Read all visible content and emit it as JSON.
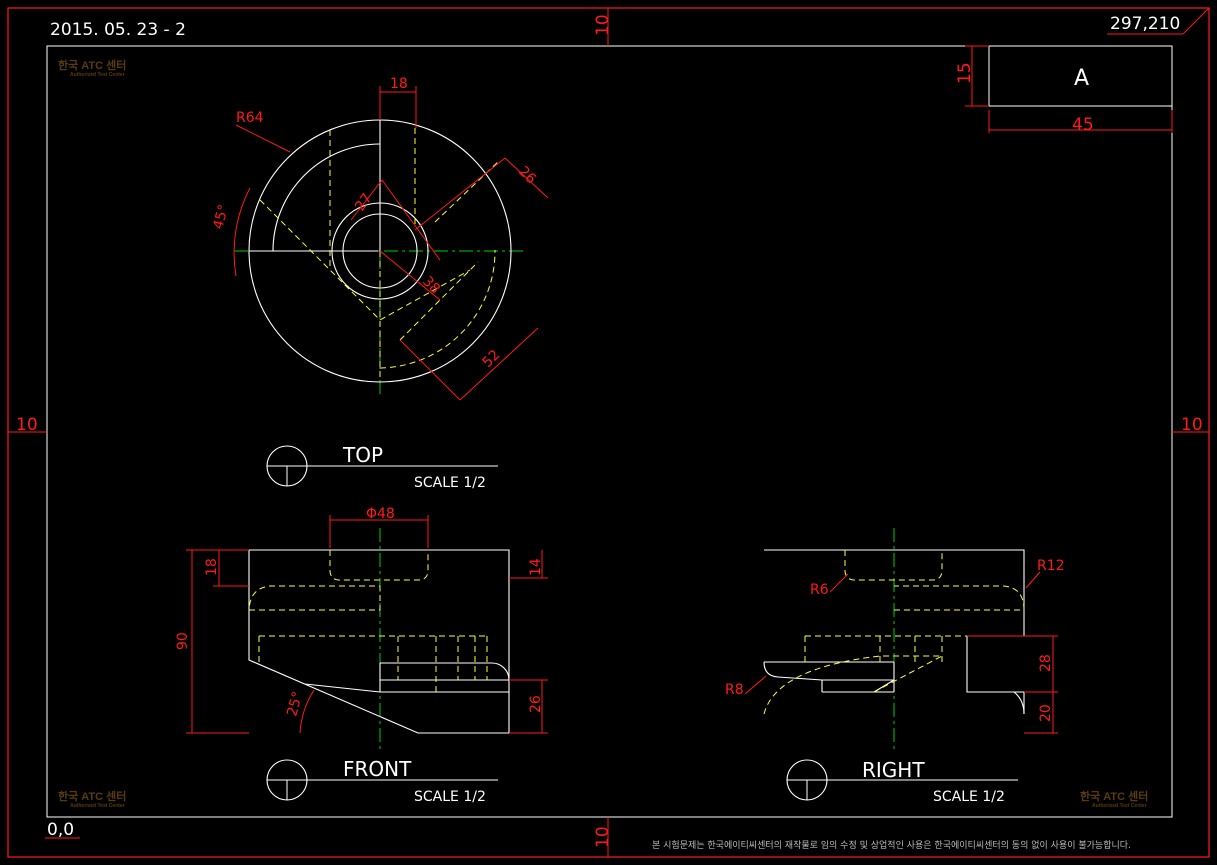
{
  "sheet": {
    "date_label": "2015. 05. 23 - 2",
    "size_label": "297,210",
    "origin_label": "0,0",
    "margin_top": "10",
    "margin_bottom": "10",
    "margin_left": "10",
    "margin_right": "10",
    "footer_notice": "본 시험문제는 한국에이티씨센터의 재작물로 임의 수정 및 상업적인 사용은 한국에이티씨센터의 동의 없이 사용이 불가능합니다."
  },
  "watermark": {
    "name": "한국 ATC 센터",
    "tagline": "Authorized Test Center"
  },
  "title_block": {
    "letter": "A",
    "height_dim": "15",
    "width_dim": "45"
  },
  "views": {
    "top": {
      "label": "TOP",
      "scale": "SCALE 1/2"
    },
    "front": {
      "label": "FRONT",
      "scale": "SCALE 1/2"
    },
    "right": {
      "label": "RIGHT",
      "scale": "SCALE 1/2"
    }
  },
  "dimensions": {
    "top": {
      "r64": "R64",
      "d18": "18",
      "d27": "27",
      "d26": "26",
      "d38": "38",
      "d52": "52",
      "a45": "45°"
    },
    "front": {
      "phi48": "Φ48",
      "d18": "18",
      "d14": "14",
      "d90": "90",
      "a25": "25°",
      "d26": "26"
    },
    "right": {
      "r6": "R6",
      "r12": "R12",
      "r8": "R8",
      "d28": "28",
      "d20": "20"
    }
  },
  "colors": {
    "object_line": "#ffffff",
    "hidden_line": "#ffff33",
    "center_line": "#00cc00",
    "dimension": "#ff1a1a",
    "background": "#000000"
  }
}
